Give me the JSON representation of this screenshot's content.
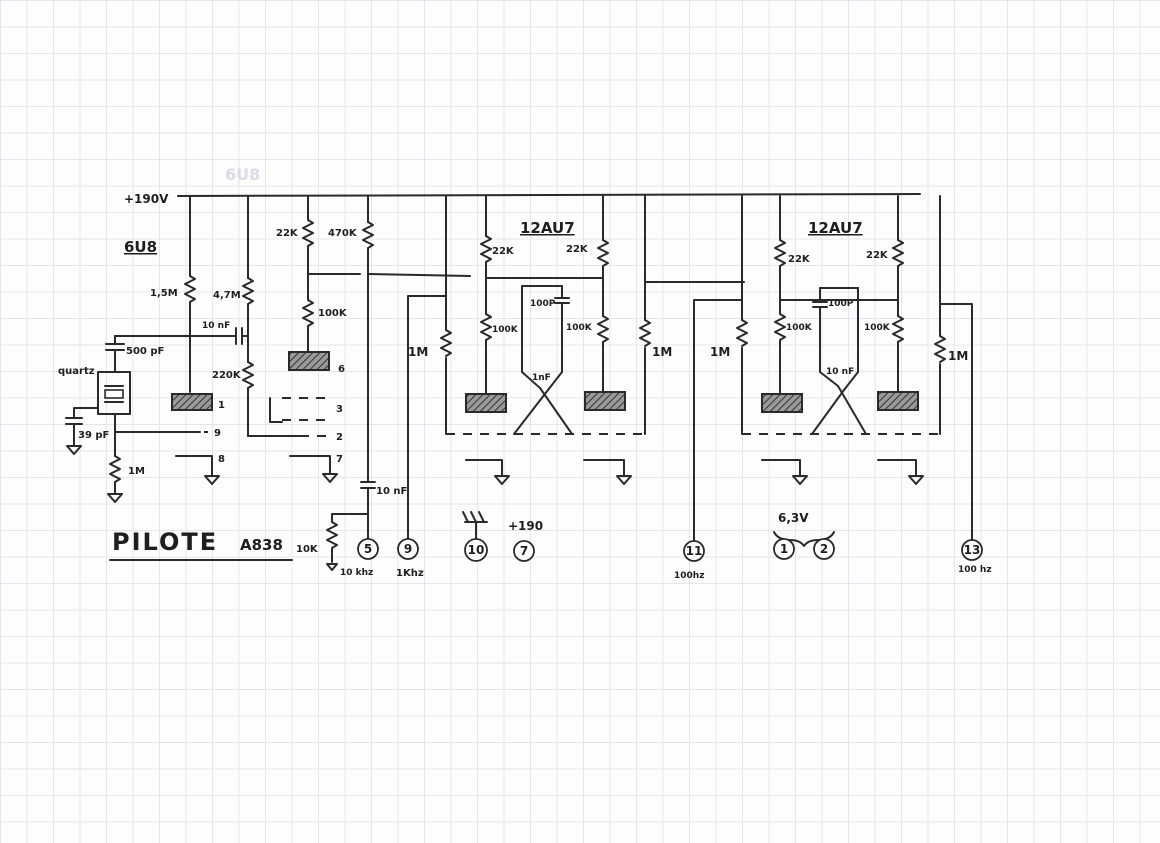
{
  "ghost_text": "6U8",
  "supply": {
    "label": "+190V"
  },
  "tubes": {
    "t1": "6U8",
    "t2": "12AU7",
    "t3": "12AU7"
  },
  "title": {
    "main": "PILOTE",
    "model": "A838"
  },
  "labels": {
    "r_1m5": "1,5M",
    "r_4m7": "4,7M",
    "r_22k_a": "22K",
    "r_470k": "470K",
    "r_100k_a": "100K",
    "c_10nf_a": "10 nF",
    "r_220k": "220K",
    "quartz": "quartz",
    "c_500pf": "500 pF",
    "c_39pf": "39 pF",
    "r_1m_a": "1M",
    "c_10nf_out": "10 nF",
    "r_10k": "10K",
    "freq_10khz": "10 khz",
    "pin6": "6",
    "pin1": "1",
    "pin3": "3",
    "pin2": "2",
    "pin9": "9",
    "pin8": "8",
    "pin7": "7",
    "b_r22k_l": "22K",
    "b_r22k_r": "22K",
    "b_c100p": "100P",
    "b_r100k_l": "100K",
    "b_r100k_r": "100K",
    "b_r1m_l": "1M",
    "b_r1m_r": "1M",
    "b_c1nf": "1nF",
    "c_r22k_l": "22K",
    "c_r22k_r": "22K",
    "c_c100p": "100P",
    "c_r100k_l": "100K",
    "c_r100k_r": "100K",
    "c_r1m_l": "1M",
    "c_r1m_r": "1M",
    "c_c10nf": "10 nF",
    "v190": "+190",
    "v63": "6,3V",
    "freq_1khz": "1Khz",
    "freq_100hz_a": "100hz",
    "freq_100hz_b": "100 hz"
  },
  "pins": {
    "p5": "5",
    "p9": "9",
    "p10": "10",
    "p7": "7",
    "p11": "11",
    "p1": "1",
    "p2": "2",
    "p13": "13"
  }
}
